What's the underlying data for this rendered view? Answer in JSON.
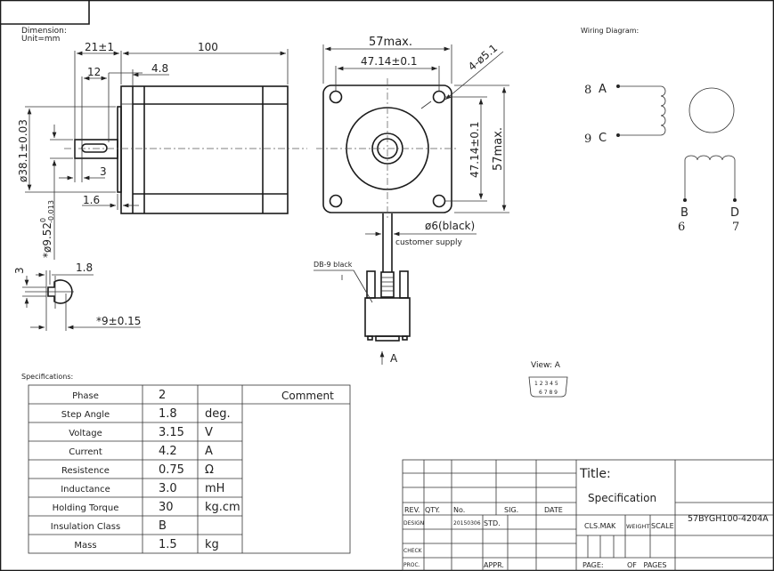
{
  "header": {
    "dimension_label": "Dimension:",
    "unit_label": "Unit=mm"
  },
  "side_view": {
    "dims": {
      "shaft_length": "21±1",
      "body_length": "100",
      "key_length": "12",
      "flange_offset": "4.8",
      "pilot_diameter": "ø38.1±0.03",
      "key_offset": "3",
      "pilot_depth": "1.6",
      "shaft_diameter": "*ø9.52",
      "shaft_tol_upper": "0",
      "shaft_tol_lower": "-0.013"
    }
  },
  "shaft_section": {
    "dims": {
      "flat_depth": "1.8",
      "key_width": "3",
      "flat_dim": "*9±0.15"
    }
  },
  "front_view": {
    "dims": {
      "width_max": "57max.",
      "hole_spacing_h": "47.14±0.1",
      "holes": "4-ø5.1",
      "hole_spacing_v": "47.14±0.1",
      "height_max": "57max.",
      "cable": "ø6(black)",
      "cable_note": "customer supply",
      "connector": "DB-9 black",
      "view_arrow": "A"
    }
  },
  "wiring": {
    "title": "Wiring Diagram:",
    "pins": [
      {
        "pin": "8",
        "wire": "A"
      },
      {
        "pin": "9",
        "wire": "C"
      },
      {
        "pin": "6",
        "wire": "B"
      },
      {
        "pin": "7",
        "wire": "D"
      }
    ],
    "view_label": "View: A",
    "connector_top": "1 2 3 4 5",
    "connector_bottom": "6 7 8 9"
  },
  "specifications": {
    "title": "Specifications:",
    "comment_header": "Comment",
    "rows": [
      {
        "name": "Phase",
        "value": "2",
        "unit": ""
      },
      {
        "name": "Step Angle",
        "value": "1.8",
        "unit": "deg."
      },
      {
        "name": "Voltage",
        "value": "3.15",
        "unit": "V"
      },
      {
        "name": "Current",
        "value": "4.2",
        "unit": "A"
      },
      {
        "name": "Resistence",
        "value": "0.75",
        "unit": "Ω"
      },
      {
        "name": "Inductance",
        "value": "3.0",
        "unit": "mH"
      },
      {
        "name": "Holding Torque",
        "value": "30",
        "unit": "kg.cm"
      },
      {
        "name": "Insulation Class",
        "value": "B",
        "unit": ""
      },
      {
        "name": "Mass",
        "value": "1.5",
        "unit": "kg"
      }
    ]
  },
  "title_block": {
    "rev": "REV.",
    "qty": "QTY.",
    "no": "No.",
    "sig": "SIG.",
    "date": "DATE",
    "design": "DESIGN",
    "design_date": "20150306",
    "std": "STD.",
    "check": "CHECK",
    "proc": "PROC.",
    "appr": "APPR.",
    "title_label": "Title:",
    "title_value": "Specification",
    "cls_mak": "CLS.MAK",
    "weight": "WEIGHT",
    "scale": "SCALE",
    "page": "PAGE:",
    "of_pages": "OF   PAGES",
    "part_number": "57BYGH100-4204A"
  }
}
